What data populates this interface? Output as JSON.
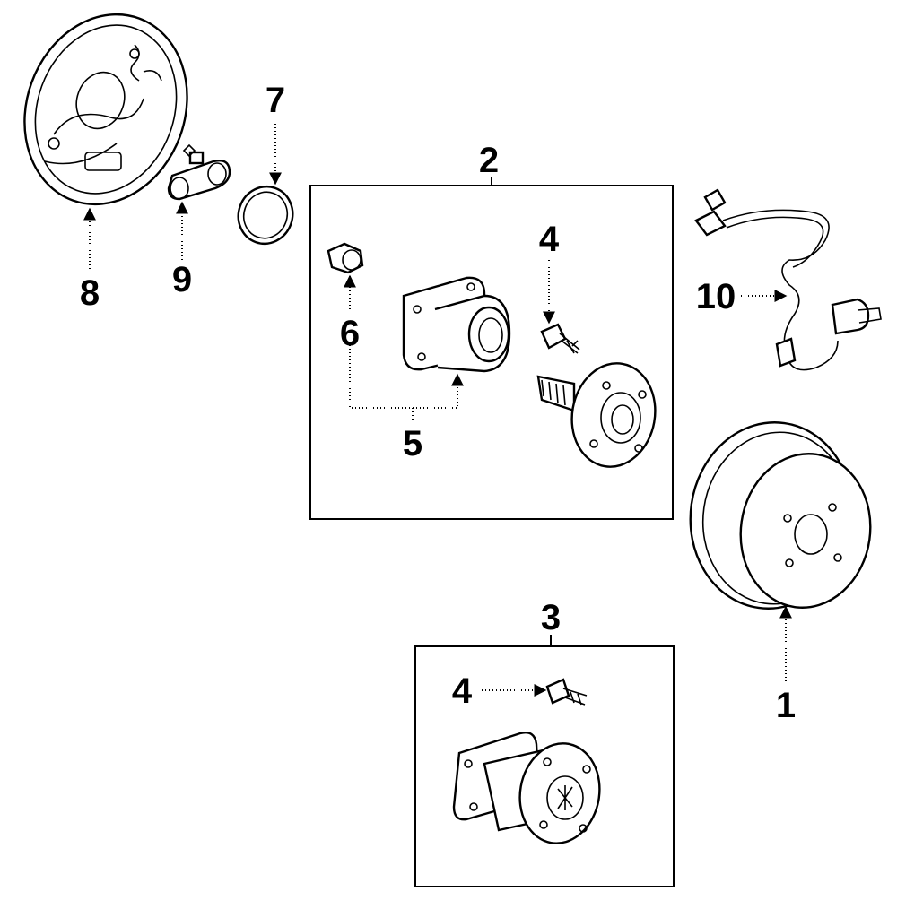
{
  "callouts": {
    "c1": "1",
    "c2": "2",
    "c3": "3",
    "c4a": "4",
    "c4b": "4",
    "c5": "5",
    "c6": "6",
    "c7": "7",
    "c8": "8",
    "c9": "9",
    "c10": "10"
  },
  "parts": {
    "brake_drum": "brake-drum",
    "hub_assembly_box": "hub-bearing-assembly",
    "hub_unit_box": "hub-unit",
    "hub_bolt": "hub-bolt",
    "bearing": "bearing",
    "nut": "nut",
    "o_ring": "o-ring",
    "backing_plate": "backing-plate",
    "wheel_cylinder": "wheel-cylinder",
    "abs_sensor": "abs-sensor"
  }
}
